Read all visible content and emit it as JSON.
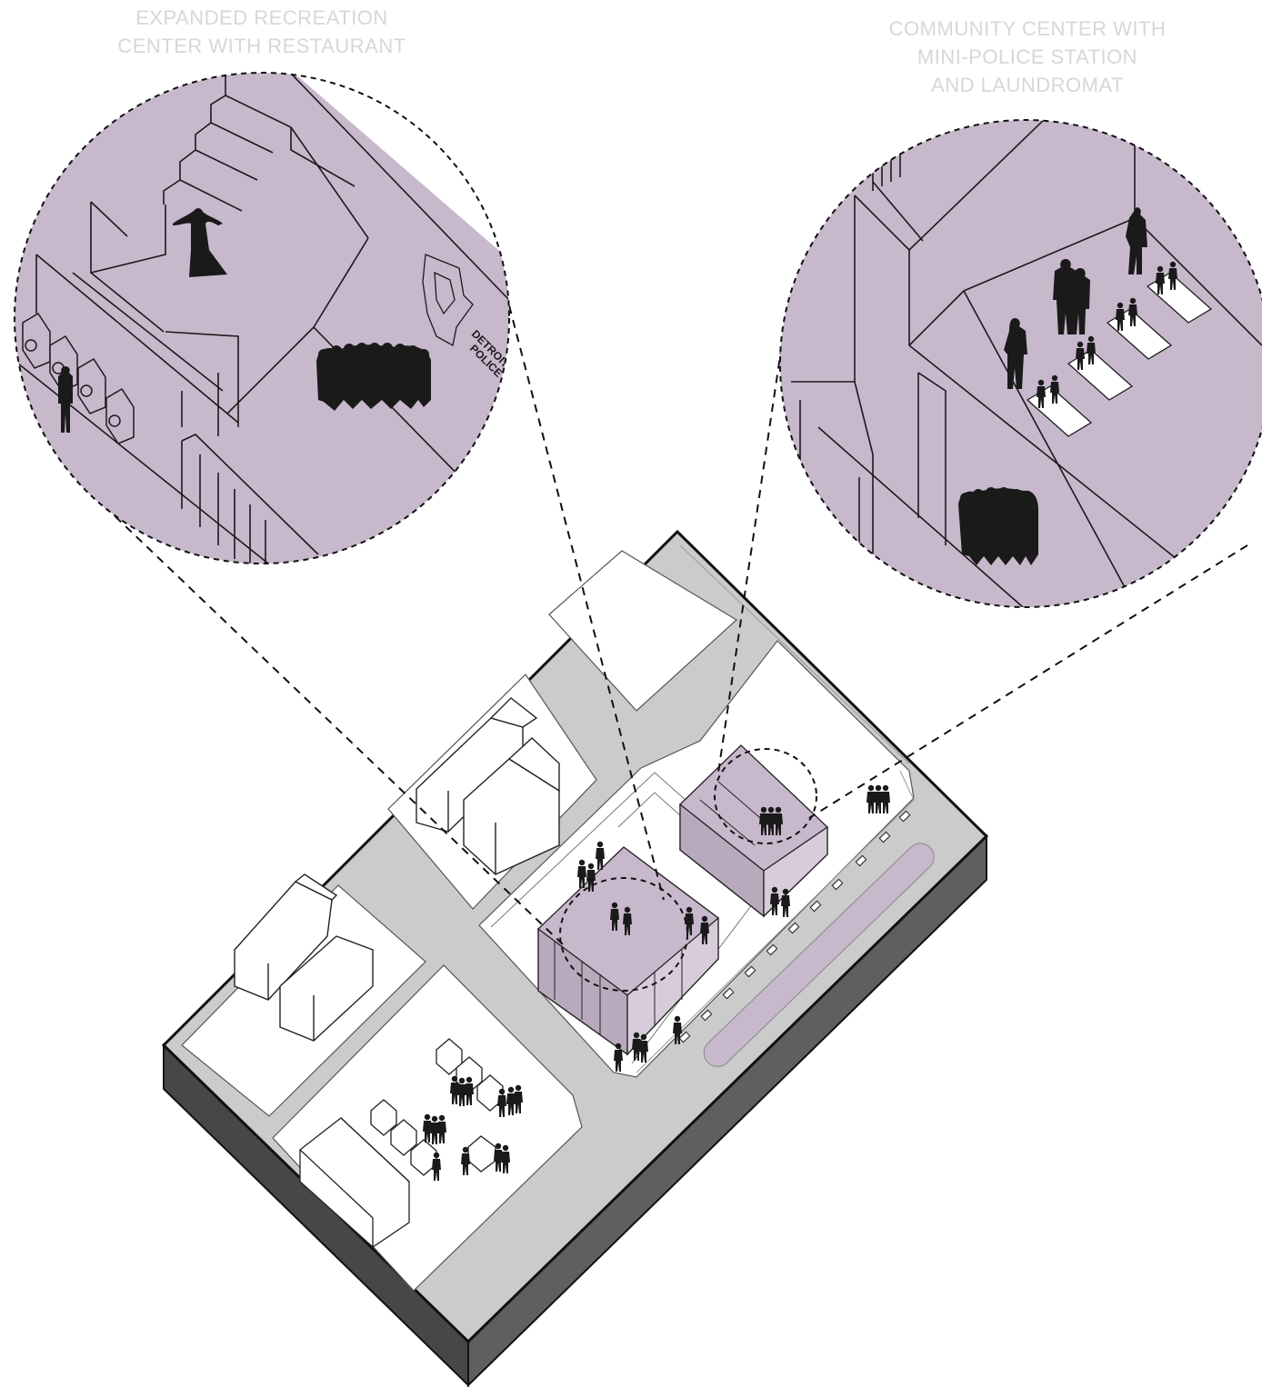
{
  "captions": {
    "left": {
      "line1": "EXPANDED RECREATION",
      "line2": "CENTER WITH RESTAURANT"
    },
    "right": {
      "line1": "COMMUNITY CENTER WITH",
      "line2": "MINI-POLICE STATION",
      "line3": "AND LAUNDROMAT"
    }
  },
  "inset_left": {
    "sign_line1": "DETROIT",
    "sign_line2": "POLICE"
  },
  "colors": {
    "purple_fill": "#c8b8cc",
    "street_gray": "#cbcbcb",
    "base_dark": "#555555",
    "ink": "#1a1a1a",
    "caption": "#d7d7d7"
  }
}
